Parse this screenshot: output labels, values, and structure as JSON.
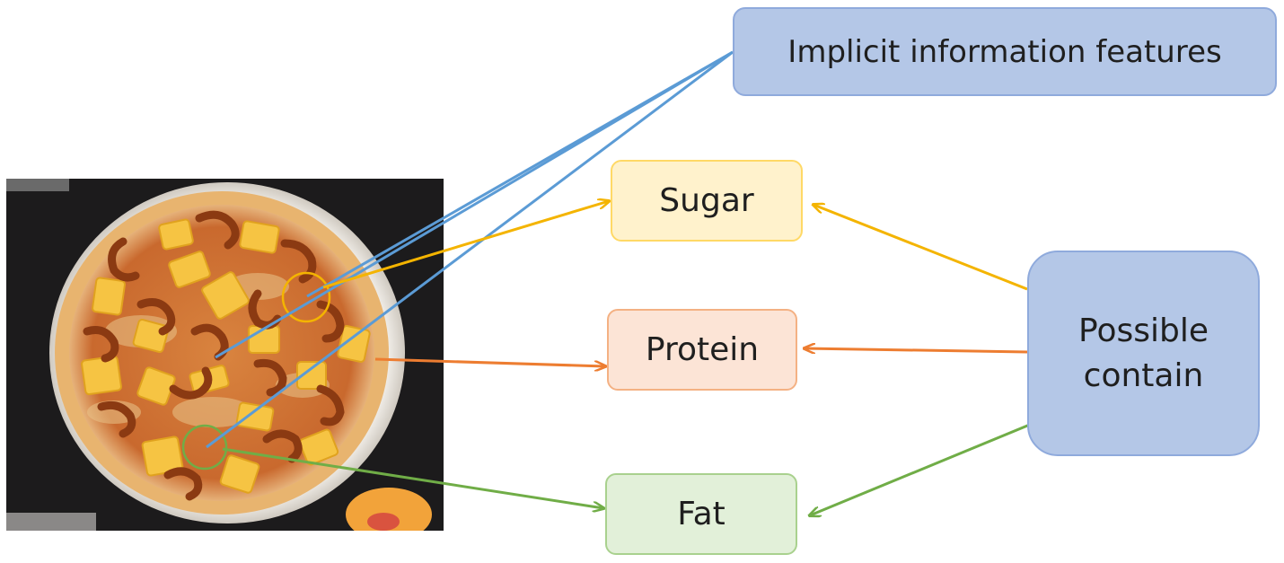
{
  "boxes": {
    "implicit": "Implicit information features",
    "sugar": "Sugar",
    "protein": "Protein",
    "fat": "Fat",
    "possible_line1": "Possible",
    "possible_line2": "contain"
  },
  "colors": {
    "implicit_line": "#5b9bd5",
    "sugar_line": "#f4b400",
    "protein_line": "#ed7d31",
    "fat_line": "#70ad47"
  },
  "image": {
    "subject": "pizza with shrimp and pineapple"
  }
}
